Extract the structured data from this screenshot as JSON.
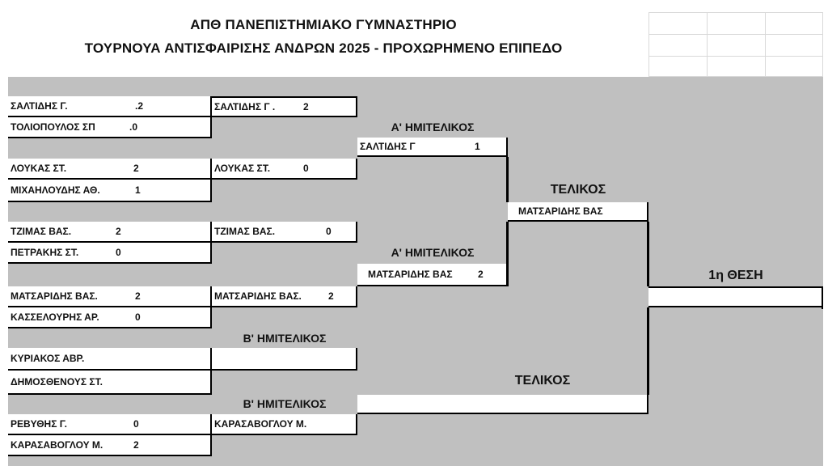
{
  "header": {
    "line1": "ΑΠΘ   ΠΑΝΕΠΙΣΤΗΜΙΑΚΟ ΓΥΜΝΑΣΤΗΡΙΟ",
    "line2": "ΤΟΥΡΝΟΥΑ ΑΝΤΙΣΦΑΙΡΙΣΗΣ  ΑΝΔΡΩΝ 2025 - ΠΡΟΧΩΡΗΜΕΝΟ ΕΠΙΠΕΔΟ"
  },
  "round1": [
    {
      "name": "ΣΑΛΤΙΔΗΣ Γ.",
      "score": ".2"
    },
    {
      "name": "ΤΟΛΙΟΠΟΥΛΟΣ ΣΠ",
      "score": ".0"
    },
    {
      "name": "ΛΟΥΚΑΣ ΣΤ.",
      "score": "2"
    },
    {
      "name": "ΜΙΧΑΗΛΟΥΔΗΣ ΑΘ.",
      "score": "1"
    },
    {
      "name": "ΤΖΙΜΑΣ ΒΑΣ.",
      "score": "2"
    },
    {
      "name": "ΠΕΤΡΑΚΗΣ ΣΤ.",
      "score": "0"
    },
    {
      "name": "ΜΑΤΣΑΡΙΔΗΣ ΒΑΣ.",
      "score": "2"
    },
    {
      "name": "ΚΑΣΣΕΛΟΥΡΗΣ ΑΡ.",
      "score": "0"
    },
    {
      "name": "ΚΥΡΙΑΚΟΣ ΑΒΡ.",
      "score": ""
    },
    {
      "name": "ΔΗΜΟΣΘΕΝΟΥΣ ΣΤ.",
      "score": ""
    },
    {
      "name": "ΡΕΒΥΘΗΣ Γ.",
      "score": "0"
    },
    {
      "name": "ΚΑΡΑΣΑΒΟΓΛΟΥ Μ.",
      "score": "2"
    }
  ],
  "round2": [
    {
      "name": "ΣΑΛΤΙΔΗΣ Γ .",
      "score": "2"
    },
    {
      "name": "ΛΟΥΚΑΣ ΣΤ.",
      "score": "0"
    },
    {
      "name": "ΤΖΙΜΑΣ ΒΑΣ.",
      "score": "0"
    },
    {
      "name": "ΜΑΤΣΑΡΙΔΗΣ ΒΑΣ.",
      "score": "2"
    },
    {
      "name": "",
      "score": ""
    },
    {
      "name": "ΚΑΡΑΣΑΒΟΓΛΟΥ Μ.",
      "score": ""
    }
  ],
  "labels": {
    "semi_a": "Α' ΗΜΙΤΕΛΙΚΟΣ",
    "semi_b": "Β' ΗΜΙΤΕΛΙΚΟΣ",
    "final": "ΤΕΛΙΚΟΣ",
    "first_place": "1η ΘΕΣΗ"
  },
  "semis": [
    {
      "name": "ΣΑΛΤΙΔΗΣ Γ",
      "score": "1"
    },
    {
      "name": "ΜΑΤΣΑΡΙΔΗΣ ΒΑΣ",
      "score": "2"
    }
  ],
  "finals": [
    {
      "name": "ΜΑΤΣΑΡΙΔΗΣ ΒΑΣ",
      "score": ""
    },
    {
      "name": "",
      "score": ""
    }
  ],
  "winner": {
    "name": ""
  }
}
